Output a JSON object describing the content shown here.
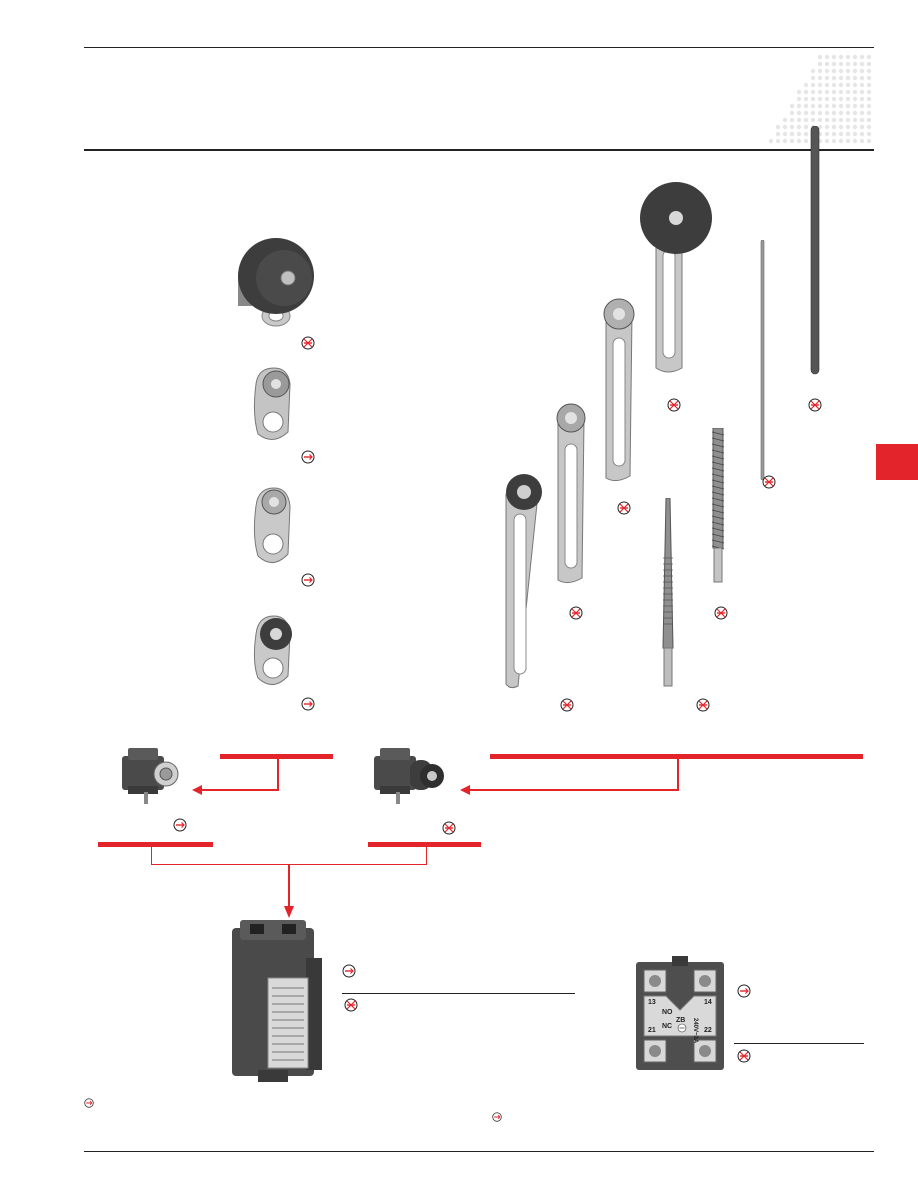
{
  "colors": {
    "accent_red": "#e3242b",
    "rule": "#222222",
    "metal": "#b9b9b9",
    "rubber": "#3d3d3d",
    "body_dark": "#4a4a4a"
  },
  "symbols": [
    {
      "name": "prohibited-arrow-icon",
      "kind": "crossed"
    },
    {
      "name": "arrow-circle-icon",
      "kind": "plain"
    }
  ],
  "contact_block": {
    "terminals": [
      "13",
      "NO",
      "14",
      "21",
      "NC",
      "22"
    ],
    "marking": "ZB",
    "rating": "240V~3A"
  }
}
